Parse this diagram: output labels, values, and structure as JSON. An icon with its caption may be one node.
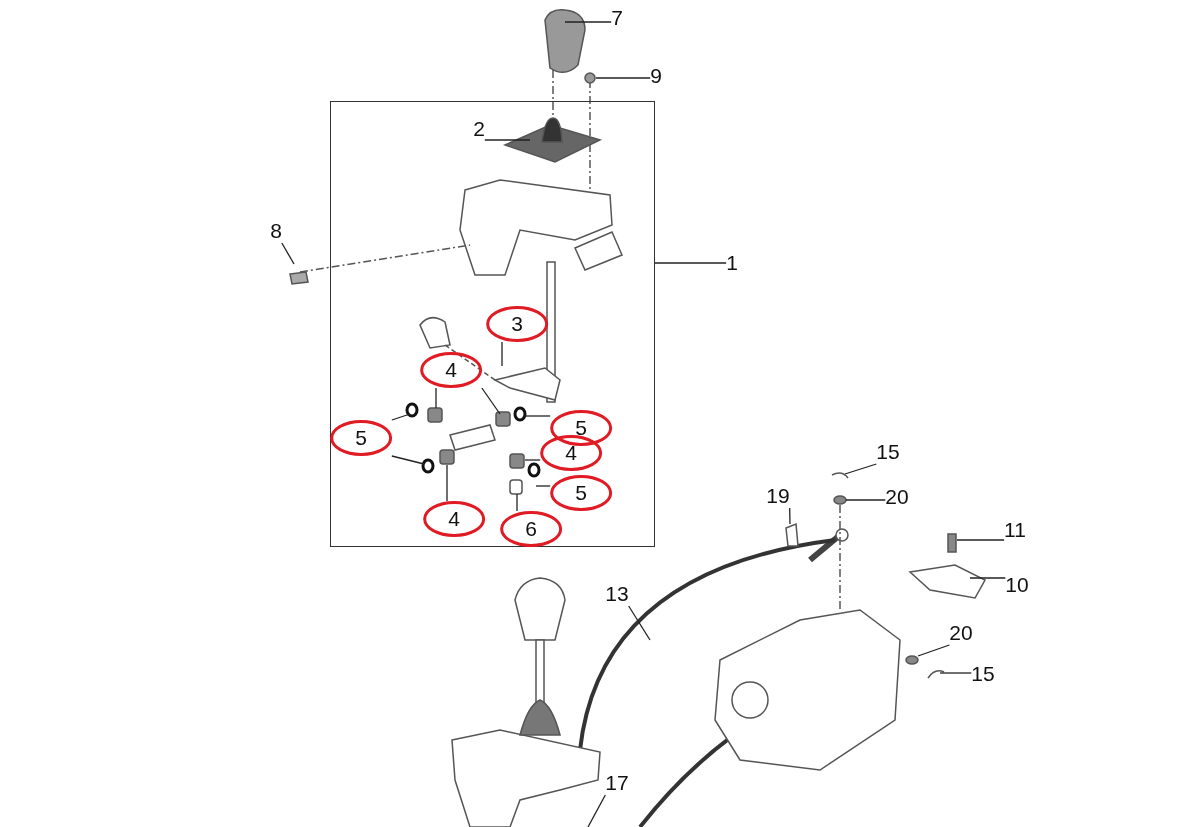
{
  "diagram": {
    "nodes": [
      {
        "text": [],
        "shape": "box"
      },
      {
        "text": [
          "7"
        ]
      },
      {
        "text": [
          "9"
        ]
      },
      {
        "text": [
          "2"
        ],
        "in": 0
      },
      {
        "text": [
          "8"
        ]
      },
      {
        "text": [
          "1"
        ]
      },
      {
        "text": [
          "3"
        ],
        "in": 0
      },
      {
        "text": [
          "4"
        ],
        "in": 0
      },
      {
        "text": [
          "5"
        ],
        "in": 0
      },
      {
        "text": [
          "5"
        ],
        "in": 0
      },
      {
        "text": [
          "4"
        ],
        "in": 0
      },
      {
        "text": [
          "5"
        ],
        "in": 0
      },
      {
        "text": [
          "4"
        ],
        "in": 0
      },
      {
        "text": [
          "6"
        ],
        "in": 0
      },
      {
        "text": [
          "15"
        ]
      },
      {
        "text": [
          "19"
        ]
      },
      {
        "text": [
          "20"
        ]
      },
      {
        "text": [
          "11"
        ]
      },
      {
        "text": [
          "10"
        ]
      },
      {
        "text": [
          "13"
        ]
      },
      {
        "text": [
          "20"
        ]
      },
      {
        "text": [
          "15"
        ]
      },
      {
        "text": [
          "17"
        ]
      }
    ],
    "edges": [
      {
        "from": 1,
        "to": null,
        "arrow": "none"
      },
      {
        "from": 2,
        "to": null,
        "arrow": "none"
      },
      {
        "from": 3,
        "to": null,
        "arrow": "none"
      },
      {
        "from": 4,
        "to": null,
        "arrow": "none"
      },
      {
        "from": 5,
        "to": 0,
        "arrow": "none"
      },
      {
        "from": 6,
        "to": null,
        "arrow": "none"
      },
      {
        "from": 7,
        "to": null,
        "arrow": "none"
      },
      {
        "from": 7,
        "to": null,
        "arrow": "none"
      },
      {
        "from": 8,
        "to": null,
        "arrow": "none"
      },
      {
        "from": 8,
        "to": null,
        "arrow": "none"
      },
      {
        "from": 9,
        "to": null,
        "arrow": "none"
      },
      {
        "from": 10,
        "to": null,
        "arrow": "none"
      },
      {
        "from": 11,
        "to": null,
        "arrow": "none"
      },
      {
        "from": 12,
        "to": null,
        "arrow": "none"
      },
      {
        "from": 13,
        "to": null,
        "arrow": "none"
      },
      {
        "from": 14,
        "to": null,
        "arrow": "none"
      },
      {
        "from": 15,
        "to": null,
        "arrow": "none"
      },
      {
        "from": 16,
        "to": null,
        "arrow": "none"
      },
      {
        "from": 17,
        "to": null,
        "arrow": "none"
      },
      {
        "from": 18,
        "to": null,
        "arrow": "none"
      },
      {
        "from": 19,
        "to": null,
        "arrow": "none"
      },
      {
        "from": 20,
        "to": null,
        "arrow": "none"
      },
      {
        "from": 21,
        "to": null,
        "arrow": "none"
      },
      {
        "from": 22,
        "to": null,
        "arrow": "none"
      }
    ]
  }
}
